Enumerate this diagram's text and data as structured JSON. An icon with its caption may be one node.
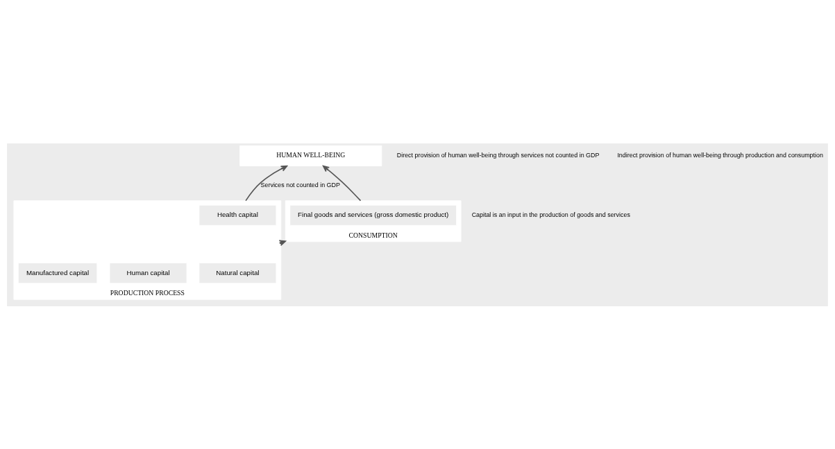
{
  "diagram": {
    "nodes": [
      {
        "text": [
          "HUMAN WELL-BEING"
        ]
      },
      {
        "text": [
          "CONSUMPTION"
        ]
      },
      {
        "text": [
          "Final goods and services (gross domestic product)"
        ],
        "in": 1
      },
      {
        "text": [
          "PRODUCTION PROCESS"
        ]
      },
      {
        "text": [
          "Health capital"
        ],
        "in": 3
      },
      {
        "text": [
          "Natural capital"
        ],
        "in": 3
      },
      {
        "text": [
          "Human capital"
        ],
        "in": 3
      },
      {
        "text": [
          "Manufactured capital"
        ],
        "in": 3
      }
    ],
    "edges": [
      {
        "from": 3,
        "to": 0,
        "arrow": "to",
        "label": "Services not counted in GDP"
      },
      {
        "from": 1,
        "to": 0,
        "arrow": "to"
      },
      {
        "from": 3,
        "to": 1,
        "arrow": "to"
      }
    ],
    "labels": [
      "Direct provision of human well-being through services not counted in GDP",
      "Indirect provision of human well-being through production and consumption",
      "Capital is an input in the production of goods and services"
    ]
  }
}
